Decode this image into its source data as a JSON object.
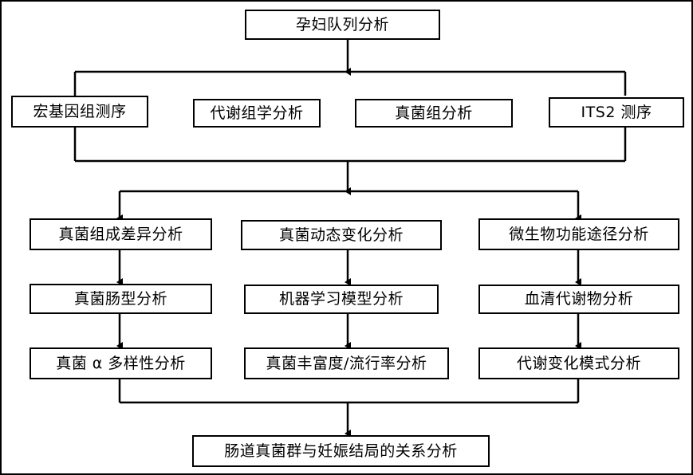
{
  "diagram": {
    "type": "flowchart",
    "title_node": "孕妇队列分析",
    "orientation": "top-down",
    "line_color": "#000000",
    "box_fill": "#ffffff",
    "border_color": "#000000",
    "levels": [
      {
        "level": 1,
        "nodes": [
          {
            "id": "n1",
            "label": "孕妇队列分析"
          }
        ]
      },
      {
        "level": 2,
        "nodes": [
          {
            "id": "n2",
            "label": "宏基因组测序"
          },
          {
            "id": "n3",
            "label": "代谢组学分析"
          },
          {
            "id": "n4",
            "label": "真菌组分析"
          },
          {
            "id": "n5",
            "label": "ITS2 测序"
          }
        ]
      },
      {
        "level": 3,
        "nodes": [
          {
            "id": "n6",
            "label": "真菌组成差异分析"
          },
          {
            "id": "n7",
            "label": "真菌动态变化分析"
          },
          {
            "id": "n8",
            "label": "微生物功能途径分析"
          }
        ]
      },
      {
        "level": 4,
        "nodes": [
          {
            "id": "n9",
            "label": "真菌肠型分析"
          },
          {
            "id": "n10",
            "label": "机器学习模型分析"
          },
          {
            "id": "n11",
            "label": "血清代谢物分析"
          }
        ]
      },
      {
        "level": 5,
        "nodes": [
          {
            "id": "n12",
            "label": "真菌 α 多样性分析"
          },
          {
            "id": "n13",
            "label": "真菌丰富度/流行率分析"
          },
          {
            "id": "n14",
            "label": "代谢变化模式分析"
          }
        ]
      },
      {
        "level": 6,
        "nodes": [
          {
            "id": "n15",
            "label": "肠道真菌群与妊娠结局的关系分析"
          }
        ]
      }
    ],
    "nodes": {
      "n1": "孕妇队列分析",
      "n2": "宏基因组测序",
      "n3": "代谢组学分析",
      "n4": "真菌组分析",
      "n5": "ITS2 测序",
      "n6": "真菌组成差异分析",
      "n7": "真菌动态变化分析",
      "n8": "微生物功能途径分析",
      "n9": "真菌肠型分析",
      "n10": "机器学习模型分析",
      "n11": "血清代谢物分析",
      "n12": "真菌 α 多样性分析",
      "n13": "真菌丰富度/流行率分析",
      "n14": "代谢变化模式分析",
      "n15": "肠道真菌群与妊娠结局的关系分析"
    }
  }
}
